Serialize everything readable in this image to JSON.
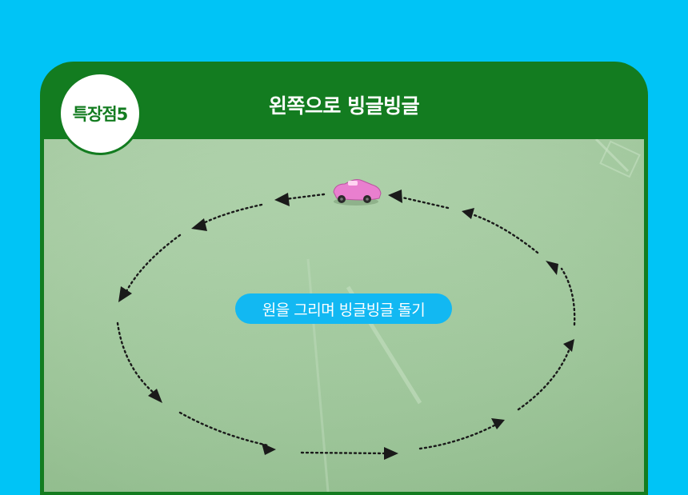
{
  "badge": {
    "label": "특장점5"
  },
  "card": {
    "title": "왼쪽으로 빙글빙글"
  },
  "photo": {
    "caption": "원을 그리며 빙글빙글 돌기"
  },
  "colors": {
    "background": "#00c4f6",
    "card_green": "#137c20",
    "caption_pill": "#12b8f2",
    "car_body": "#e97fcf",
    "arrow": "#1a1a1a"
  },
  "icons": {
    "car": "toy-car-icon",
    "direction": "arrow-head-icon"
  }
}
